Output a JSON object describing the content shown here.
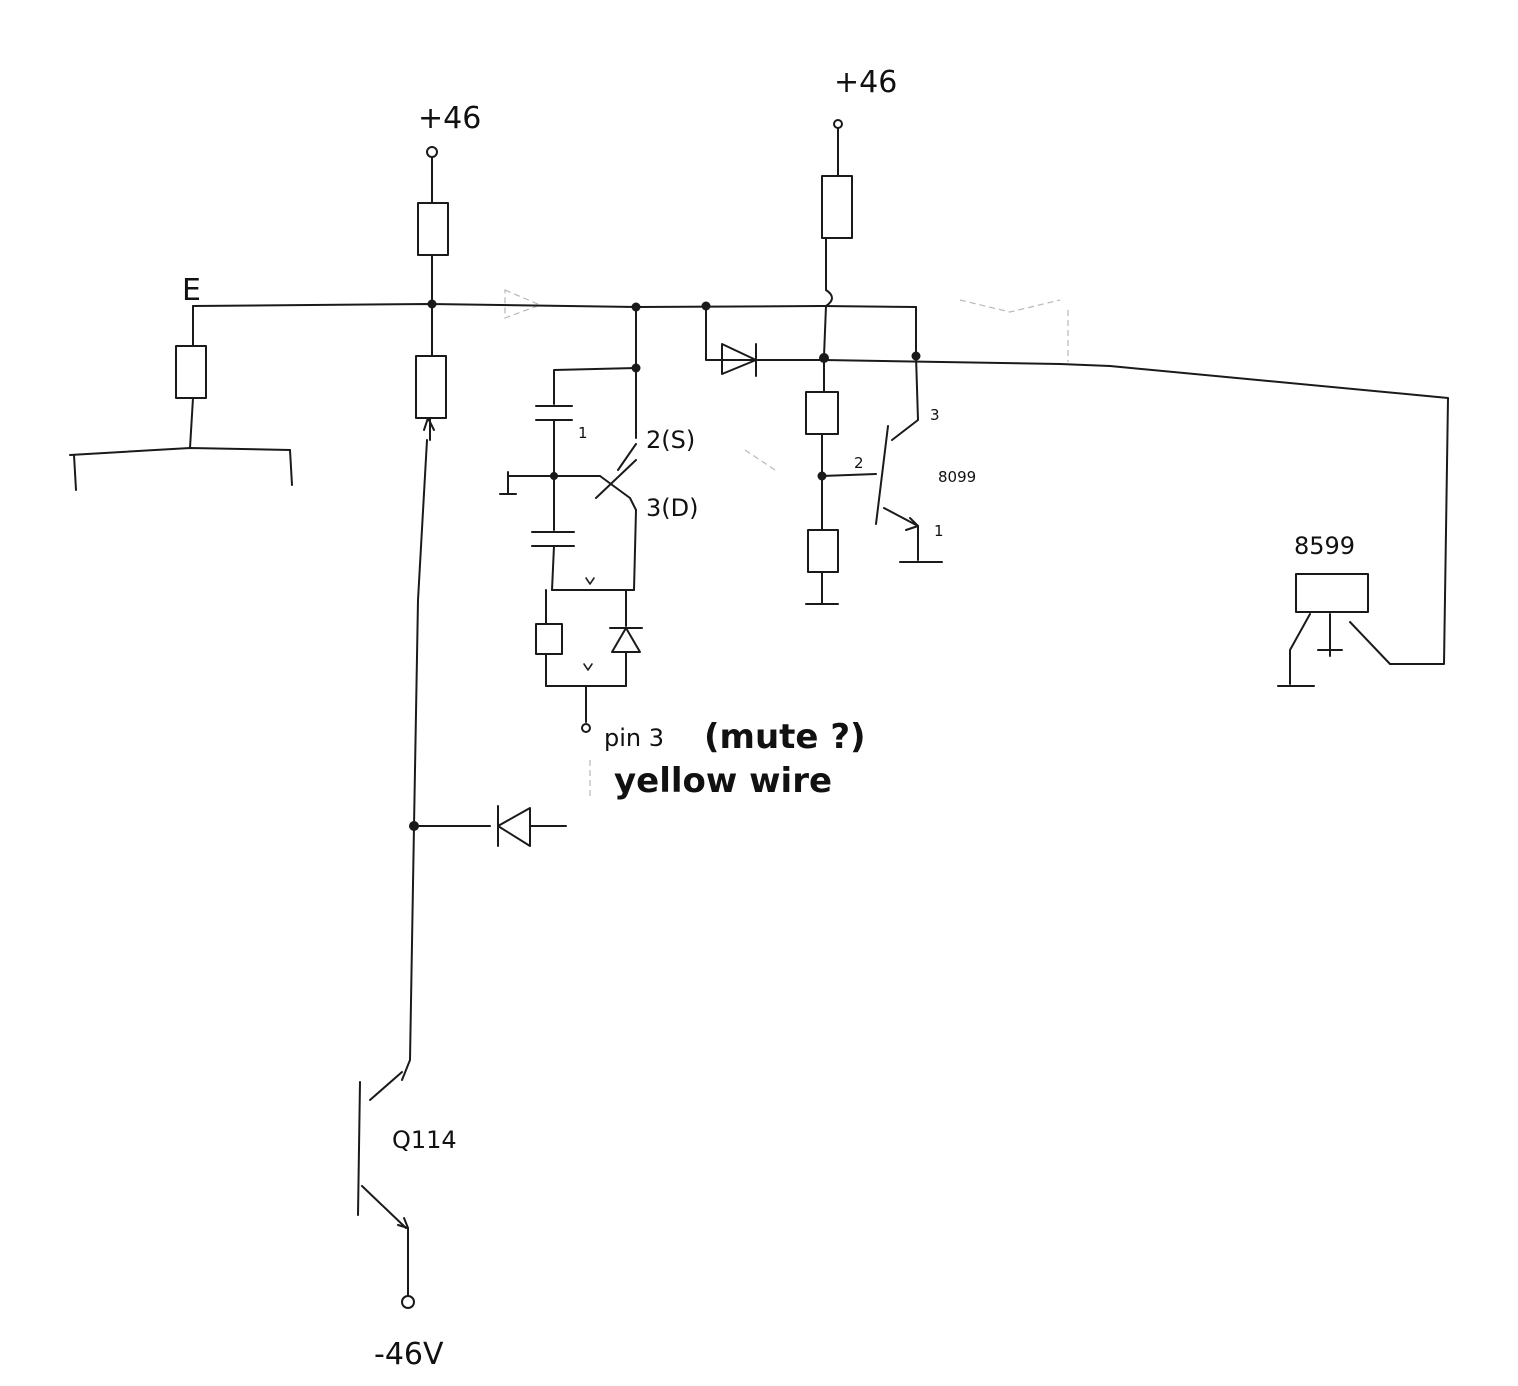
{
  "labels": {
    "supply_left": "+46",
    "supply_right": "+46",
    "node_e": "E",
    "pin_2": "2(S)",
    "pin_3": "3(D)",
    "cap_pin": "1",
    "q8099_pin3": "3",
    "q8099_pin2": "2",
    "q8099_pin1": "1",
    "q8099_name": "8099",
    "q8599_name": "8599",
    "q114_name": "Q114",
    "neg_supply": "-46V",
    "pin3_label": "pin 3",
    "mute_note": "(mute ?)",
    "yellow_wire": "yellow wire"
  }
}
